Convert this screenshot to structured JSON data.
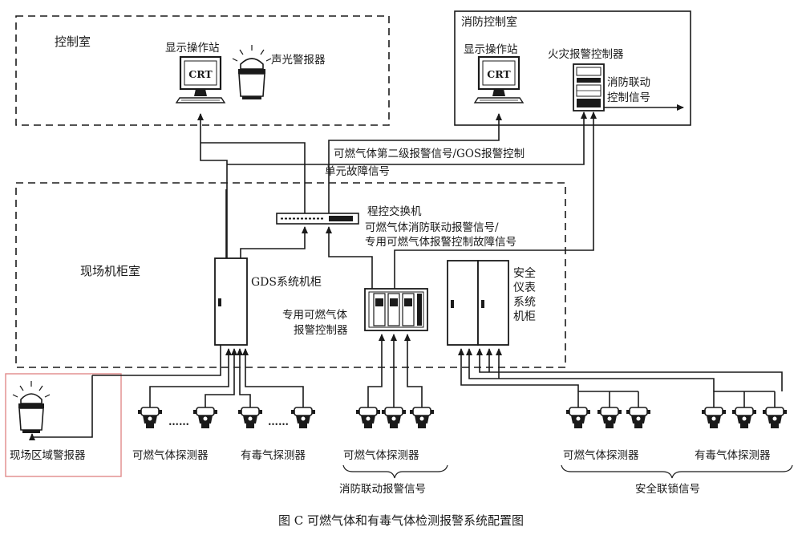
{
  "labels": {
    "control_room": "控制室",
    "display_station_left": "显示操作站",
    "crt_left": "CRT",
    "audio_visual_alarm": "声光警报器",
    "fire_control_room": "消防控制室",
    "display_station_right": "显示操作站",
    "crt_right": "CRT",
    "fire_alarm_controller": "火灾报警控制器",
    "fire_linkage_signal_1": "消防联动",
    "fire_linkage_signal_2": "控制信号",
    "second_level_alarm_1": "可燃气体第二级报警信号/GOS报警控制",
    "second_level_alarm_2": "单元故障信号",
    "switch": "程控交换机",
    "switch_signal_1": "可燃气体消防联动报警信号/",
    "switch_signal_2": "专用可燃气体报警控制故障信号",
    "field_cabinet_room": "现场机柜室",
    "gds_cabinet": "GDS系统机柜",
    "dedicated_controller_1": "专用可燃气体",
    "dedicated_controller_2": "报警控制器",
    "sis_cabinet_1": "安全",
    "sis_cabinet_2": "仪表",
    "sis_cabinet_3": "系统",
    "sis_cabinet_4": "机柜",
    "field_area_alarm": "现场区域警报器",
    "combustible_detector_a": "可燃气体探测器",
    "toxic_detector_a": "有毒气探测器",
    "combustible_detector_b": "可燃气体探测器",
    "combustible_detector_c": "可燃气体探测器",
    "toxic_detector_c": "有毒气体探测器",
    "fire_linkage_alarm_signal": "消防联动报警信号",
    "safety_interlock_signal": "安全联锁信号",
    "ellipsis_1": "……",
    "ellipsis_2": "……",
    "caption": "图 C    可燃气体和有毒气体检测报警系统配置图"
  },
  "colors": {
    "line": "#1a1a1a",
    "highlight_box": "#e08a8a"
  }
}
